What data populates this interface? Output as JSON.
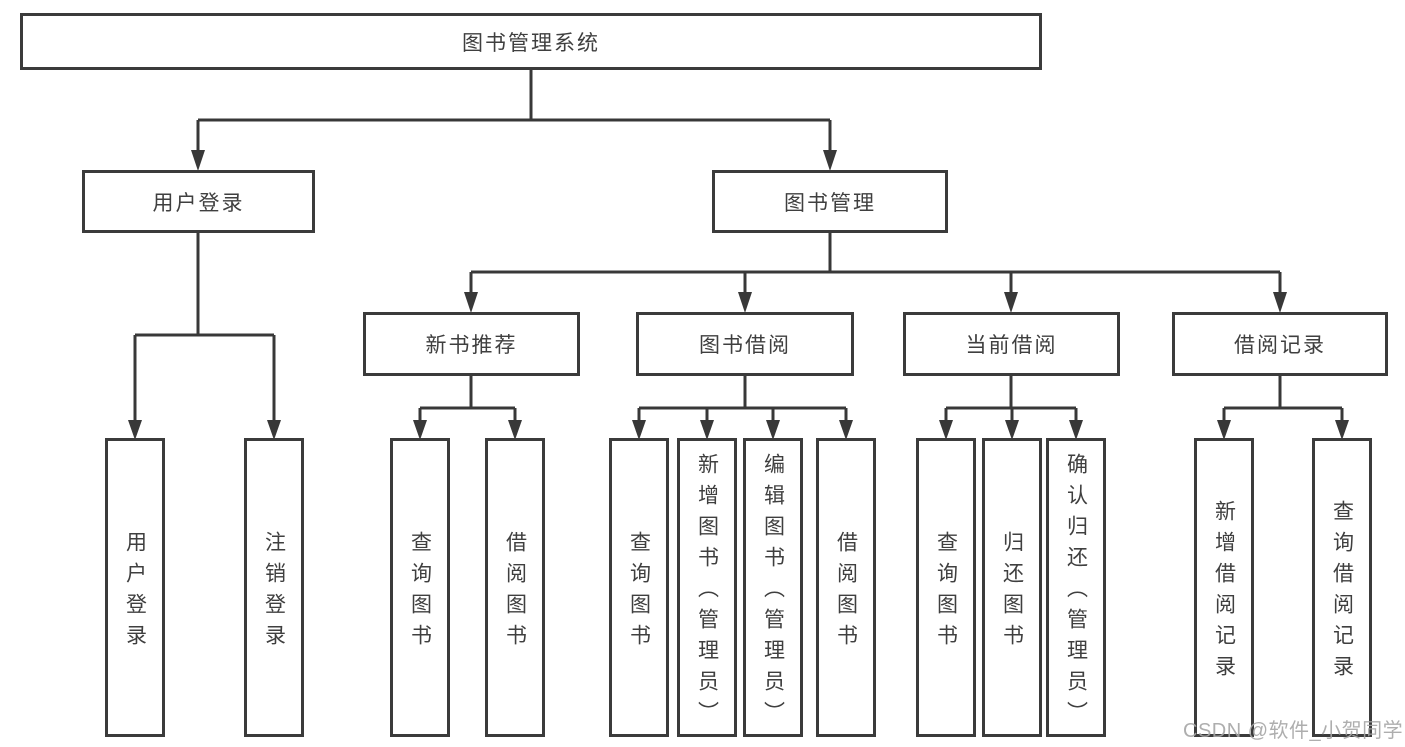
{
  "diagram": {
    "type": "hierarchy-tree",
    "tree": {
      "label": "图书管理系统",
      "children": [
        {
          "label": "用户登录",
          "children": [
            {
              "label": "用户登录"
            },
            {
              "label": "注销登录"
            }
          ]
        },
        {
          "label": "图书管理",
          "children": [
            {
              "label": "新书推荐",
              "children": [
                {
                  "label": "查询图书"
                },
                {
                  "label": "借阅图书"
                }
              ]
            },
            {
              "label": "图书借阅",
              "children": [
                {
                  "label": "查询图书"
                },
                {
                  "label": "新增图书（管理员）"
                },
                {
                  "label": "编辑图书（管理员）"
                },
                {
                  "label": "借阅图书"
                }
              ]
            },
            {
              "label": "当前借阅",
              "children": [
                {
                  "label": "查询图书"
                },
                {
                  "label": "归还图书"
                },
                {
                  "label": "确认归还（管理员）"
                }
              ]
            },
            {
              "label": "借阅记录",
              "children": [
                {
                  "label": "新增借阅记录"
                },
                {
                  "label": "查询借阅记录"
                }
              ]
            }
          ]
        }
      ]
    },
    "colors": {
      "background": "#ffffff",
      "box_border": "#3b3b3b",
      "connector_line": "#383838",
      "text": "#3f3f3f",
      "watermark": "#a5a5a5"
    }
  },
  "watermark": {
    "text": "CSDN @软件_小贺同学"
  }
}
